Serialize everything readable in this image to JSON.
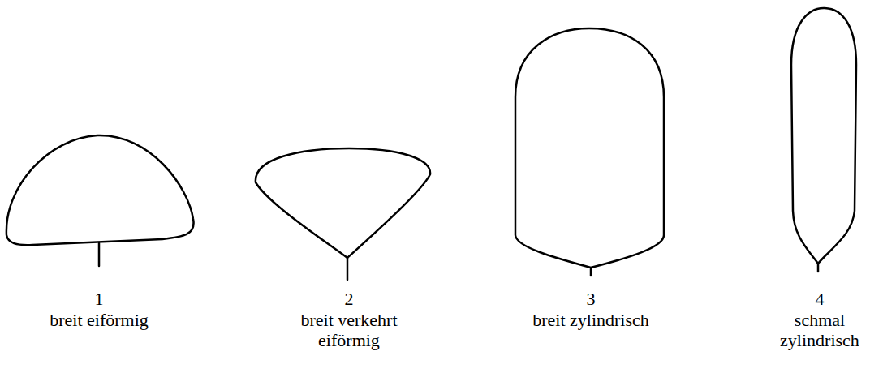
{
  "diagram": {
    "labels": [
      "1",
      "breit eiförmig",
      "2",
      "breit verkehrt eiförmig",
      "3",
      "breit zylindrisch",
      "4",
      "schmal zylindrisch"
    ]
  }
}
